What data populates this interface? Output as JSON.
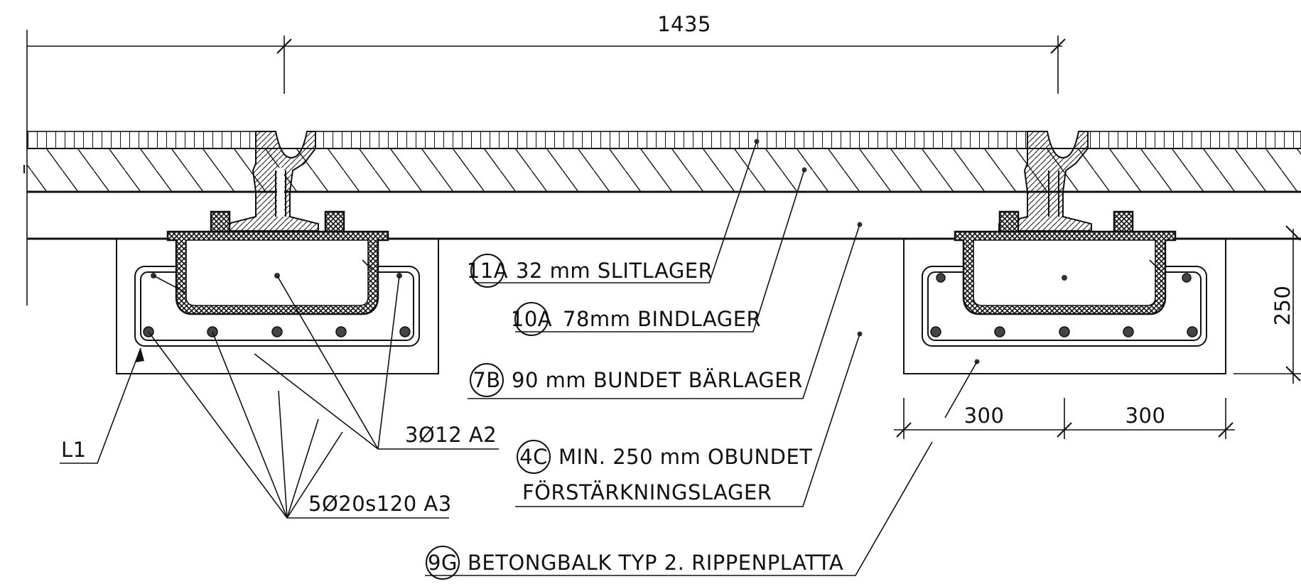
{
  "dimensions": {
    "track_gauge": "1435",
    "slab_depth": "250",
    "width_left": "300",
    "width_right": "300"
  },
  "layers": [
    {
      "id": "11A",
      "text": "32 mm SLITLAGER"
    },
    {
      "id": "10A",
      "text": "78mm BINDLAGER"
    },
    {
      "id": "7B",
      "text": "90 mm BUNDET BÄRLAGER"
    },
    {
      "id": "4C",
      "text": "MIN. 250 mm OBUNDET",
      "text2": "FÖRSTÄRKNINGSLAGER"
    },
    {
      "id": "9G",
      "text": "BETONGBALK TYP 2. RIPPENPLATTA"
    }
  ],
  "rebar": {
    "stirrup": "L1",
    "top_bars": "3Ø12 A2",
    "bottom_bars": "5Ø20s120 A3"
  }
}
